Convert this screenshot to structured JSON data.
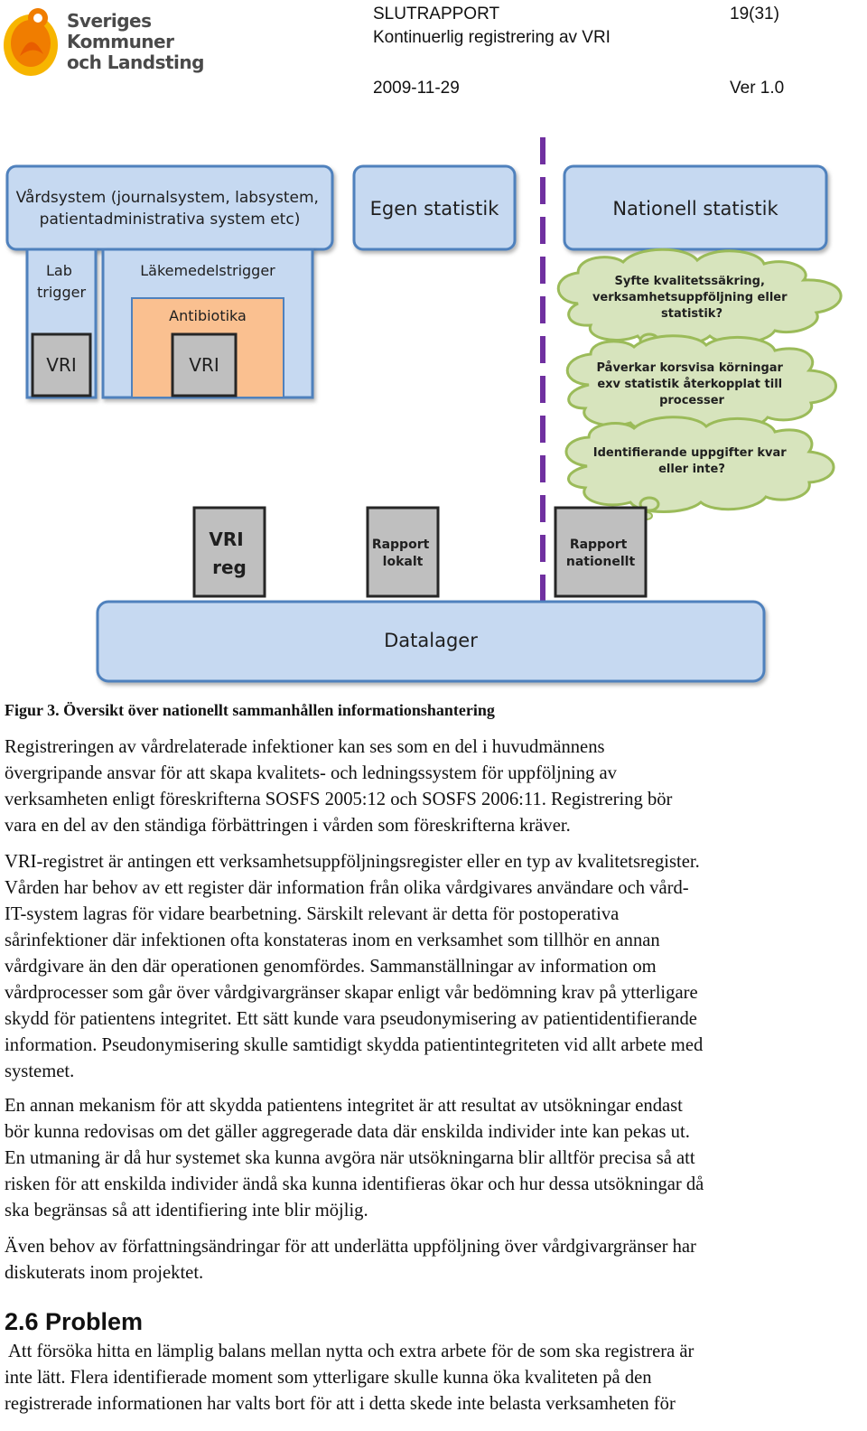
{
  "header": {
    "logo_lines": [
      "Sveriges",
      "Kommuner",
      "och Landsting"
    ],
    "report_title": "SLUTRAPPORT",
    "page_number": "19(31)",
    "subtitle": "Kontinuerlig registrering av VRI",
    "date": "2009-11-29",
    "version": "Ver 1.0"
  },
  "colors": {
    "box_fill": "#c6d9f1",
    "box_stroke": "#4f81bd",
    "antibiotika_fill": "#fac090",
    "vri_fill": "#bfbfbf",
    "cloud_fill": "#d7e4bd",
    "cloud_stroke": "#9bbb59",
    "divider": "#7030a0"
  },
  "diagram": {
    "vardsystem": [
      "Vårdsystem (journalsystem, labsystem,",
      "patientadministrativa system etc)"
    ],
    "egen_statistik": "Egen statistik",
    "nationell_statistik": "Nationell statistik",
    "lab_trigger": [
      "Lab",
      "trigger"
    ],
    "lakemedelstrigger": "Läkemedelstrigger",
    "antibiotika": "Antibiotika",
    "vri_left": "VRI",
    "vri_right": "VRI",
    "cloud1": [
      "Syfte kvalitetssäkring,",
      "verksamhetsuppföljning eller",
      "statistik?"
    ],
    "cloud2": [
      "Påverkar korsvisa körningar",
      "exv statistik återkopplat till",
      "processer"
    ],
    "cloud3": [
      "Identifierande uppgifter kvar",
      "eller inte?"
    ],
    "vri_reg": [
      "VRI",
      "reg"
    ],
    "rapport_lokalt": [
      "Rapport",
      "lokalt"
    ],
    "rapport_nationellt": [
      "Rapport",
      "nationellt"
    ],
    "datalager": "Datalager"
  },
  "caption": "Figur 3. Översikt över nationellt sammanhållen informationshantering",
  "paragraphs": [
    [
      "Registreringen av vårdrelaterade infektioner kan ses som en del i huvudmännens",
      "övergripande ansvar för att skapa kvalitets- och ledningssystem för uppföljning av",
      "verksamheten enligt föreskrifterna SOSFS 2005:12 och SOSFS 2006:11. Registrering bör",
      "vara en del av den ständiga förbättringen i vården som föreskrifterna kräver."
    ],
    [
      "VRI-registret är antingen ett verksamhetsuppföljningsregister eller en typ av kvalitetsregister.",
      "Vården har behov av ett register där information från olika vårdgivares användare och vård-",
      "IT-system lagras för vidare bearbetning. Särskilt relevant är detta för postoperativa",
      "sårinfektioner där infektionen ofta konstateras inom en verksamhet som tillhör en annan",
      "vårdgivare än den där operationen genomfördes. Sammanställningar av information om",
      "vårdprocesser som går över vårdgivargränser skapar enligt vår bedömning krav på ytterligare",
      "skydd för patientens integritet. Ett sätt kunde vara pseudonymisering av patientidentifierande",
      "information. Pseudonymisering skulle samtidigt skydda patientintegriteten vid allt arbete med",
      "systemet."
    ],
    [
      "En annan mekanism för att skydda patientens integritet är att resultat av utsökningar endast",
      "bör kunna redovisas om det gäller aggregerade data där enskilda individer inte kan pekas ut.",
      "En utmaning är då hur systemet ska kunna avgöra när utsökningarna blir alltför precisa så att",
      "risken för att enskilda individer ändå ska kunna identifieras ökar och hur dessa utsökningar då",
      "ska begränsas så att identifiering inte blir möjlig."
    ],
    [
      "Även behov av författningsändringar för att underlätta uppföljning över vårdgivargränser har",
      "diskuterats inom projektet."
    ]
  ],
  "section_heading": "2.6 Problem",
  "problem_paragraph": [
    " Att försöka hitta en lämplig balans mellan nytta och extra arbete för de som ska registrera är",
    "inte lätt. Flera identifierade moment som ytterligare skulle kunna öka kvaliteten på den",
    "registrerade informationen har valts bort för att i detta skede inte belasta verksamheten för"
  ]
}
